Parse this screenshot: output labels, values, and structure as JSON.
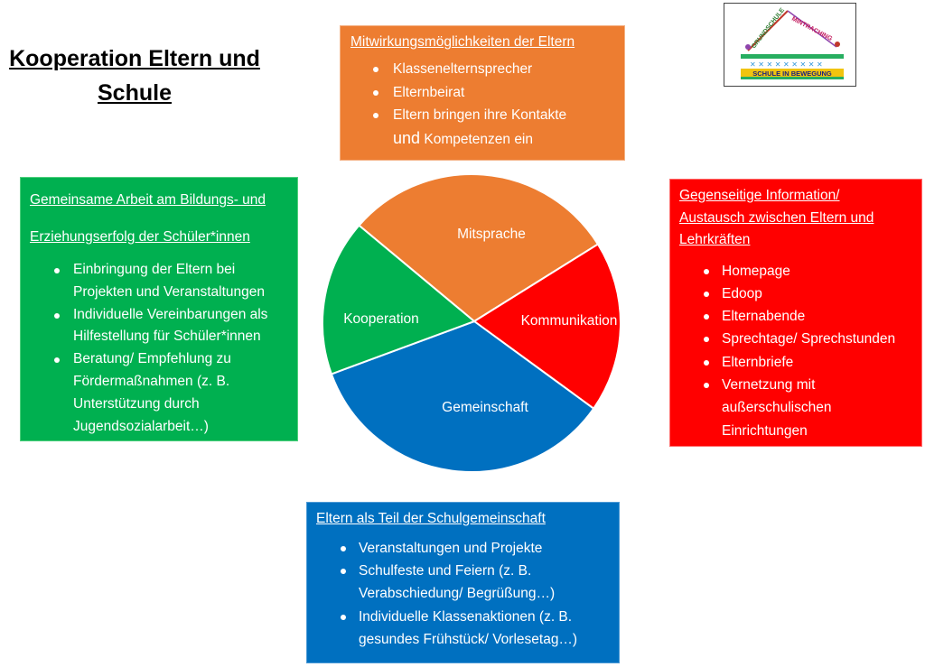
{
  "title": {
    "line1": "Kooperation Eltern und",
    "line2": "Schule"
  },
  "logo": {
    "arc_text": "GRUNDSCHULE",
    "town": "MINTRACHING",
    "banner": "SCHULE IN BEWEGUNG"
  },
  "colors": {
    "orange": "#ed7d31",
    "green": "#00b050",
    "red": "#ff0000",
    "blue": "#0070c0"
  },
  "boxes": {
    "mitwirkung": {
      "heading": "Mitwirkungsmöglichkeiten der Eltern",
      "items": [
        "Klassenelternsprecher",
        "Elternbeirat",
        "Eltern bringen ihre Kontakte",
        "und",
        "Kompetenzen ein"
      ]
    },
    "gemeinsame_arbeit": {
      "heading_line1": "Gemeinsame Arbeit am Bildungs- und",
      "heading_line2": "Erziehungserfolg der Schüler*innen",
      "items": [
        "Einbringung der Eltern bei Projekten und Veranstaltungen",
        "Individuelle Vereinbarungen als Hilfestellung für Schüler*innen",
        "Beratung/ Empfehlung zu Fördermaßnahmen (z. B. Unterstützung durch Jugendsozialarbeit…)"
      ]
    },
    "information": {
      "heading": "Gegenseitige Information/ Austausch zwischen Eltern und Lehrkräften",
      "items": [
        "Homepage",
        "Edoop",
        "Elternabende",
        "Sprechtage/ Sprechstunden",
        "Elternbriefe",
        "Vernetzung mit außerschulischen Einrichtungen"
      ]
    },
    "schulgemeinschaft": {
      "heading": "Eltern als Teil der Schulgemeinschaft",
      "items": [
        "Veranstaltungen und Projekte",
        "Schulfeste und Feiern (z. B. Verabschiedung/ Begrüßung…)",
        "Individuelle Klassenaktionen (z. B. gesundes Frühstück/ Vorlesetag…)"
      ]
    }
  },
  "pie": {
    "segments": [
      {
        "label": "Mitsprache",
        "color": "#ed7d31"
      },
      {
        "label": "Kommunikation",
        "color": "#ff0000"
      },
      {
        "label": "Gemeinschaft",
        "color": "#0070c0"
      },
      {
        "label": "Kooperation",
        "color": "#00b050"
      }
    ]
  }
}
